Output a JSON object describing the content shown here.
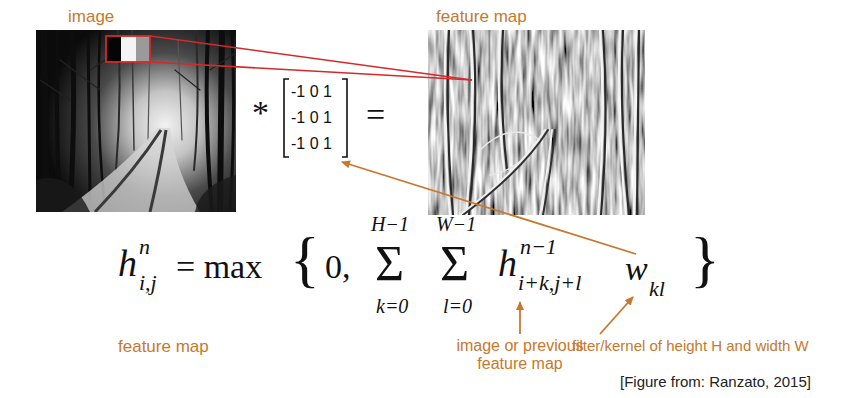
{
  "diagram": {
    "labels": [
      "image",
      "feature map",
      "*",
      "-1 0 1",
      "-1 0 1",
      "-1 0 1",
      "=",
      "h",
      "n",
      "i,j",
      "= max",
      "{",
      "0,",
      "Σ",
      "H−1",
      "k=0",
      "Σ",
      "W−1",
      "l=0",
      "h",
      "n−1",
      "i+k,j+l",
      "w",
      "kl",
      "}",
      "feature map",
      "image or previous feature map",
      "filter/kernel of height H and width W",
      "[Figure from: Ranzato, 2015]"
    ]
  }
}
